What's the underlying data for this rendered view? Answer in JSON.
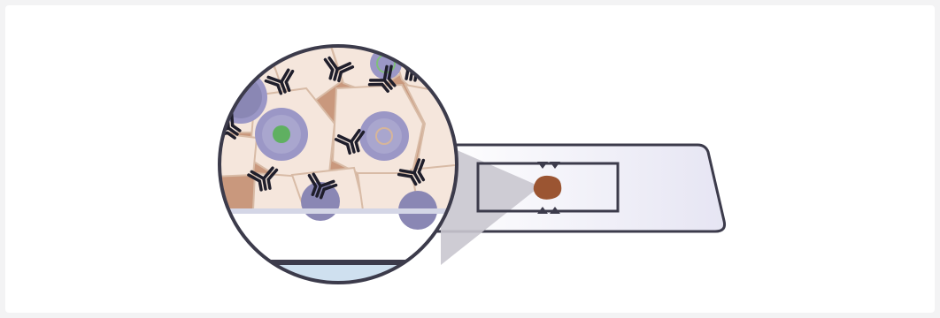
{
  "figure": {
    "subject": "immunohistochemistry-staining-illustration",
    "colors": {
      "background": "#f3f3f4",
      "panel": "#ffffff",
      "outline": "#3c3b4b",
      "slide_fill": "#ecebf5",
      "tissue_spot": "#9b5532",
      "cell_fill": "#f5e6dc",
      "cell_edge": "#d8bba6",
      "intercellular": "#c9987d",
      "nucleus": "#8a87b4",
      "nucleus_ring": "#9b97c6",
      "nucleus_core_light": "#a9a6ce",
      "stained_nucleus": "#5fb061",
      "zoom_beam": "#c9c7cf",
      "glass_base": "#cfe0ef"
    },
    "elements": {
      "slide": "glass-slide",
      "cover_area": "cover-slip-window",
      "tissue": "tissue-sample",
      "lens": "magnifier-circle",
      "antibody": "y-shaped-antibody"
    }
  }
}
